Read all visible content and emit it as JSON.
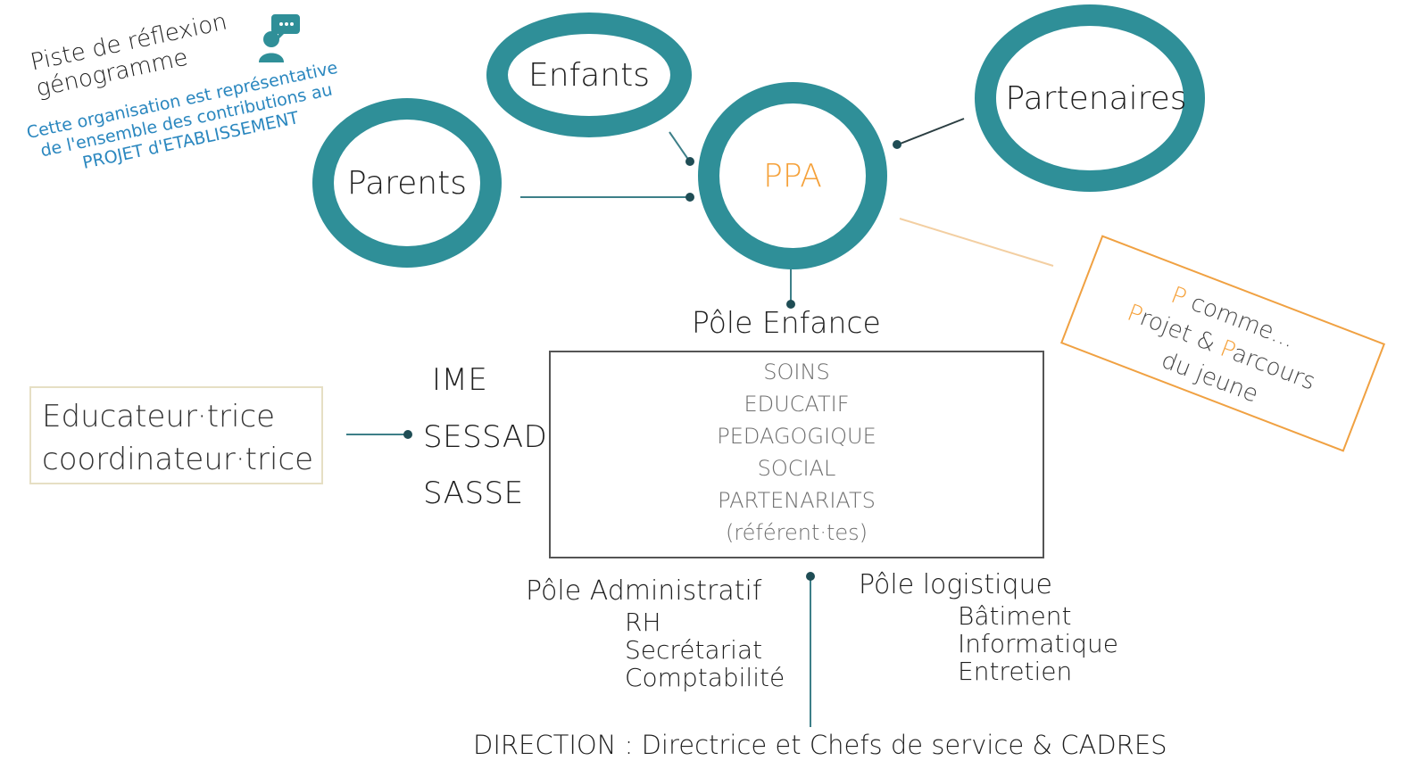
{
  "note": {
    "title_line1": "Piste de réflexion",
    "title_line2": "génogramme",
    "text_line1": "Cette organisation est représentative",
    "text_line2": "de l'ensemble des contributions au",
    "text_line3": "PROJET d'ETABLISSEMENT",
    "icon": "person-speech-bubble-icon"
  },
  "circles": {
    "enfants": "Enfants",
    "parents": "Parents",
    "ppa": "PPA",
    "partenaires": "Partenaires"
  },
  "callout": {
    "p1": "P",
    "line1_rest": " comme...",
    "p2": "P",
    "line2_mid": "rojet & ",
    "p3": "P",
    "line2_rest": "arcours",
    "line3": "du jeune"
  },
  "pole_enfance": {
    "title": "Pôle Enfance",
    "services": [
      "IME",
      "SESSAD",
      "SASSE"
    ],
    "domains": [
      "SOINS",
      "EDUCATIF",
      "PEDAGOGIQUE",
      "SOCIAL",
      "PARTENARIATS",
      "(référent·tes)"
    ]
  },
  "coordinator": {
    "line1": "Educateur·trice",
    "line2": "coordinateur·trice"
  },
  "pole_admin": {
    "title": "Pôle Administratif",
    "items": [
      "RH",
      "Secrétariat",
      "Comptabilité"
    ]
  },
  "pole_logistique": {
    "title": "Pôle logistique",
    "items": [
      "Bâtiment",
      "Informatique",
      "Entretien"
    ]
  },
  "direction": "DIRECTION : Directrice et Chefs de service & CADRES",
  "colors": {
    "ring": "#2f8f98",
    "accent_orange": "#f5a13a",
    "note_blue": "#2a87bf"
  }
}
